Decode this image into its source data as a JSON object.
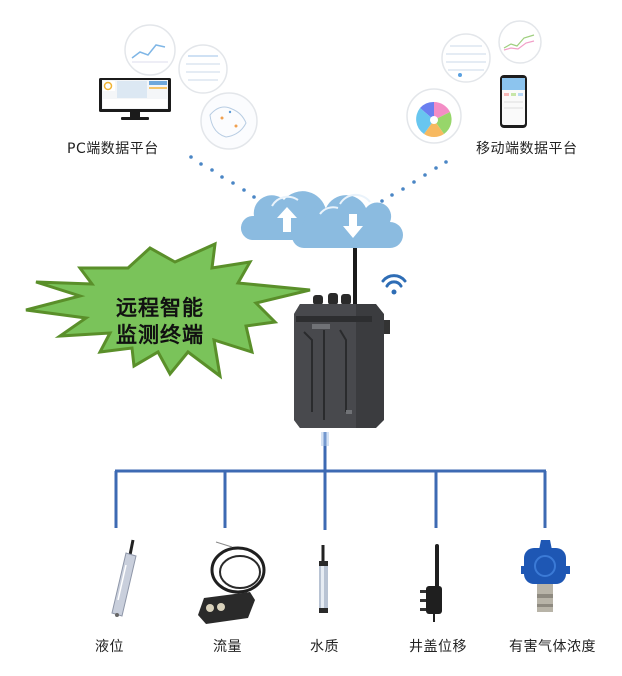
{
  "platforms": {
    "pc": {
      "label": "PC端数据平台",
      "icon": "monitor-dashboard-icon"
    },
    "mobile": {
      "label": "移动端数据平台",
      "icon": "smartphone-app-icon"
    }
  },
  "terminal": {
    "title_line1": "远程智能",
    "title_line2": "监测终端",
    "burst_color": "#7ac35a",
    "burst_border": "#5a8f2a"
  },
  "cloud": {
    "upload_icon": "arrow-up-icon",
    "download_icon": "arrow-down-icon",
    "color": "#8bbbe0"
  },
  "wifi": {
    "icon": "wifi-icon",
    "color": "#2e6db5"
  },
  "tree": {
    "line_color": "#3d6ab3"
  },
  "sensors": [
    {
      "label": "液位",
      "icon": "level-probe-icon"
    },
    {
      "label": "流量",
      "icon": "flow-meter-icon"
    },
    {
      "label": "水质",
      "icon": "water-quality-probe-icon"
    },
    {
      "label": "井盖位移",
      "icon": "manhole-displacement-sensor-icon"
    },
    {
      "label": "有害气体浓度",
      "icon": "gas-detector-icon"
    }
  ],
  "colors": {
    "dots": "#4a86c5",
    "device_body": "#3a3b3e"
  }
}
